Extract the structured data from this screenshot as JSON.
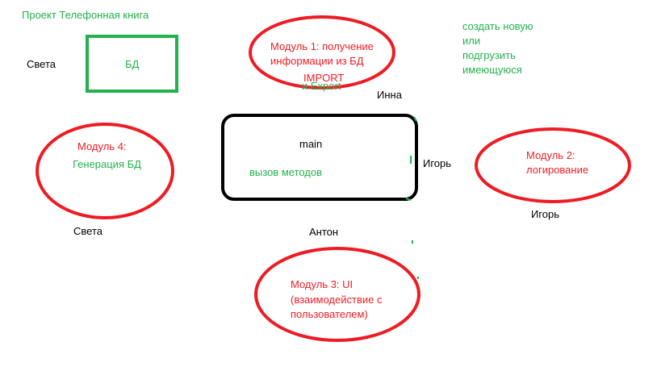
{
  "title": "Проект Телефонная книга",
  "db_box": {
    "label": "БД",
    "owner": "Света"
  },
  "note": {
    "lines": [
      "создать новую",
      "или",
      "подгрузить",
      "имеющуюся"
    ]
  },
  "main_box": {
    "title": "main",
    "subtitle": "вызов методов"
  },
  "modules": [
    {
      "lines": [
        "Модуль 1: получение",
        "информации из БД"
      ],
      "sub_red": "IMPORT",
      "sub_green": "и Export",
      "owner": "Инна"
    },
    {
      "lines": [
        "Модуль 2:",
        "логирование"
      ],
      "owner": "Игорь"
    },
    {
      "lines": [
        "Модуль 3: UI",
        "(взаимодействие с",
        "пользователем)"
      ],
      "owner": "Антон"
    },
    {
      "title_red": "Модуль 4:",
      "title_green": "Генерация БД",
      "owner": "Света"
    }
  ],
  "connector_label": "Игорь",
  "colors": {
    "green": "#22b14c",
    "red": "#ed1c24",
    "black": "#000000"
  }
}
